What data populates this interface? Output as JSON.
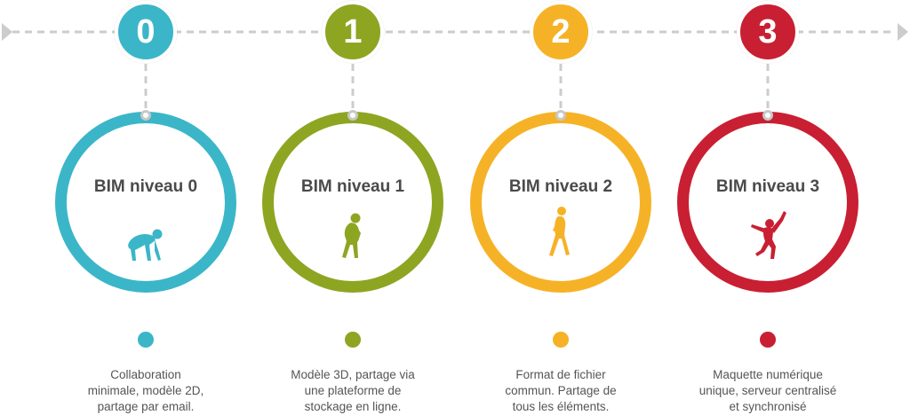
{
  "levels": [
    {
      "number": "0",
      "title": "BIM niveau 0",
      "description_lines": [
        "Collaboration",
        "minimale, modèle 2D,",
        "partage par email."
      ],
      "color": "#3bb6c8",
      "icon": "crouching-ape-icon"
    },
    {
      "number": "1",
      "title": "BIM niveau 1",
      "description_lines": [
        "Modèle 3D, partage via",
        "une plateforme de",
        "stockage en ligne."
      ],
      "color": "#8ea522",
      "icon": "hunched-hominid-icon"
    },
    {
      "number": "2",
      "title": "BIM niveau 2",
      "description_lines": [
        "Format de fichier",
        "commun. Partage de",
        "tous les éléments."
      ],
      "color": "#f6b226",
      "icon": "walking-human-icon"
    },
    {
      "number": "3",
      "title": "BIM niveau 3",
      "description_lines": [
        "Maquette numérique",
        "unique, serveur centralisé",
        "et synchronisé"
      ],
      "color": "#c91f32",
      "icon": "jumping-human-icon"
    }
  ],
  "line_color": "#cccccc"
}
